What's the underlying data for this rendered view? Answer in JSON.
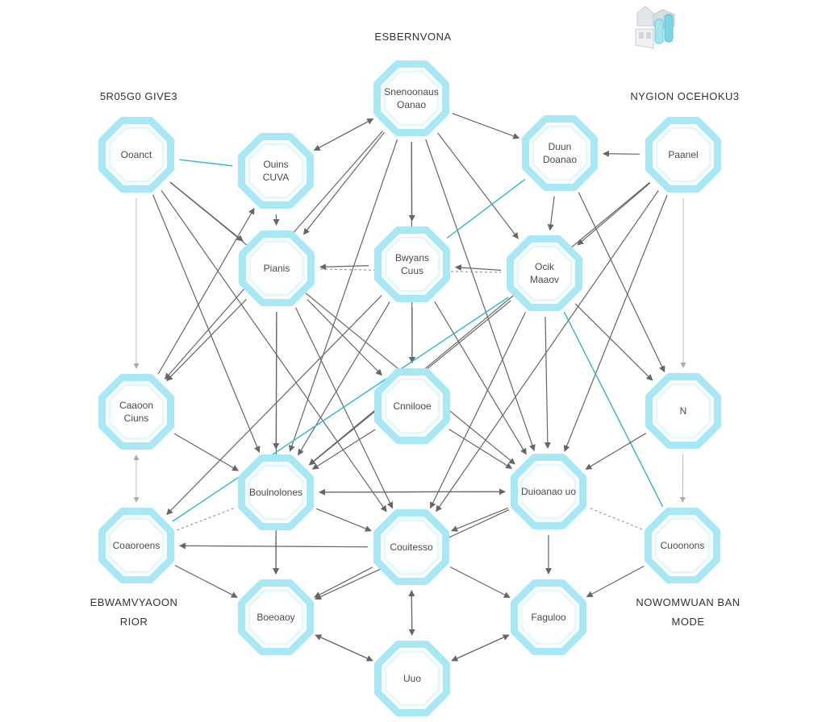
{
  "labels": {
    "top_center": "ESBERNVONA",
    "top_left": "5R05G0 GIVE3",
    "top_right": "NYGION OCEHOKU3",
    "bottom_left_line1": "EBWAMVYAOON",
    "bottom_left_line2": "RIOR",
    "bottom_right_line1": "NOWOMWUAN BAN",
    "bottom_right_line2": "MODE"
  },
  "colors": {
    "node_border": "#a8e8f4",
    "edge": "#666666",
    "edge_accent": "#2ab7c9",
    "text": "#4a4a4a"
  },
  "icons": [
    "factory-icon"
  ],
  "nodes": [
    {
      "id": "n1",
      "lines": [
        "Snenoonaus",
        "Oanao"
      ]
    },
    {
      "id": "n2",
      "lines": [
        "Ooanct"
      ]
    },
    {
      "id": "n3",
      "lines": [
        "Ouins",
        "CUVA"
      ]
    },
    {
      "id": "n4",
      "lines": [
        "Duun",
        "Doanao"
      ]
    },
    {
      "id": "n5",
      "lines": [
        "Paanel"
      ]
    },
    {
      "id": "n6",
      "lines": [
        "Pianis"
      ]
    },
    {
      "id": "n7",
      "lines": [
        "Bwyans",
        "Cuus"
      ]
    },
    {
      "id": "n8",
      "lines": [
        "Ocik",
        "Maaov"
      ]
    },
    {
      "id": "n9",
      "lines": [
        "Caaoon",
        "Ciuns"
      ]
    },
    {
      "id": "n10",
      "lines": [
        "Cnnilooe"
      ]
    },
    {
      "id": "n11",
      "lines": [
        "N"
      ]
    },
    {
      "id": "n12",
      "lines": [
        "Boulnolones"
      ]
    },
    {
      "id": "n13",
      "lines": [
        "Duioanao uo"
      ]
    },
    {
      "id": "n14",
      "lines": [
        "Coaoroens"
      ]
    },
    {
      "id": "n15",
      "lines": [
        "Couitesso"
      ]
    },
    {
      "id": "n16",
      "lines": [
        "Cuoonons"
      ]
    },
    {
      "id": "n17",
      "lines": [
        "Boeoaoy"
      ]
    },
    {
      "id": "n18",
      "lines": [
        "Faguloo"
      ]
    },
    {
      "id": "n19",
      "lines": [
        "Uuo"
      ]
    }
  ]
}
